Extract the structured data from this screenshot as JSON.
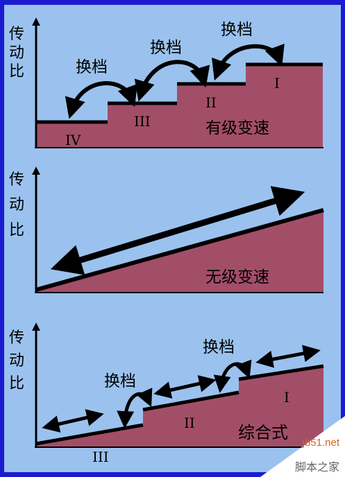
{
  "colors": {
    "frame": "#1b1bd0",
    "panel": "#9bc2ee",
    "fill": "#a34e69",
    "line": "#000000"
  },
  "panel1": {
    "ylabel": [
      "传",
      "动",
      "比"
    ],
    "gears": [
      "IV",
      "III",
      "II",
      "I"
    ],
    "shift": [
      "换档",
      "换档",
      "换档"
    ],
    "caption": "有级变速"
  },
  "panel2": {
    "ylabel": [
      "传",
      "动",
      "比"
    ],
    "caption": "无级变速"
  },
  "panel3": {
    "ylabel": [
      "传",
      "动",
      "比"
    ],
    "gears": [
      "III",
      "II",
      "I"
    ],
    "shift": [
      "换档",
      "换档"
    ],
    "caption": "综合式"
  },
  "watermark": {
    "site": "jb51.net",
    "name": "脚本之家"
  }
}
